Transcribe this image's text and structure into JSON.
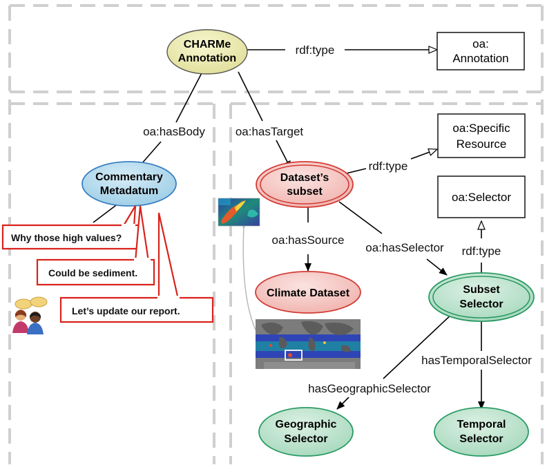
{
  "nodes": {
    "charme": [
      "CHARMe",
      "Annotation"
    ],
    "oa_annotation": [
      "oa:",
      "Annotation"
    ],
    "commentary": [
      "Commentary",
      "Metadatum"
    ],
    "dataset_subset": [
      "Dataset’s",
      "subset"
    ],
    "specific_resource": [
      "oa:Specific",
      "Resource"
    ],
    "selector": [
      "oa:Selector"
    ],
    "climate_dataset": [
      "Climate Dataset"
    ],
    "subset_selector": [
      "Subset",
      "Selector"
    ],
    "geographic_selector": [
      "Geographic",
      "Selector"
    ],
    "temporal_selector": [
      "Temporal",
      "Selector"
    ]
  },
  "edges": {
    "charme_type": "rdf:type",
    "has_body": "oa:hasBody",
    "has_target": "oa:hasTarget",
    "subset_type": "rdf:type",
    "has_source": "oa:hasSource",
    "has_selector": "oa:hasSelector",
    "selector_type": "rdf:type",
    "has_temporal": "hasTemporalSelector",
    "has_geographic": "hasGeographicSelector"
  },
  "comments": [
    "Why those high values?",
    "Could be sediment.",
    "Let’s update our report."
  ],
  "colors": {
    "charme_fill": "#ecebb0",
    "commentary_fill": "#b9dced",
    "commentary_stroke": "#3a7fc0",
    "red_fill": "#f6cfcc",
    "red_stroke": "#d23b34",
    "green_fill": "#bfe2cf",
    "green_stroke": "#2a9a63",
    "callout_stroke": "#d9221b",
    "dash": "#cfcfcf"
  }
}
